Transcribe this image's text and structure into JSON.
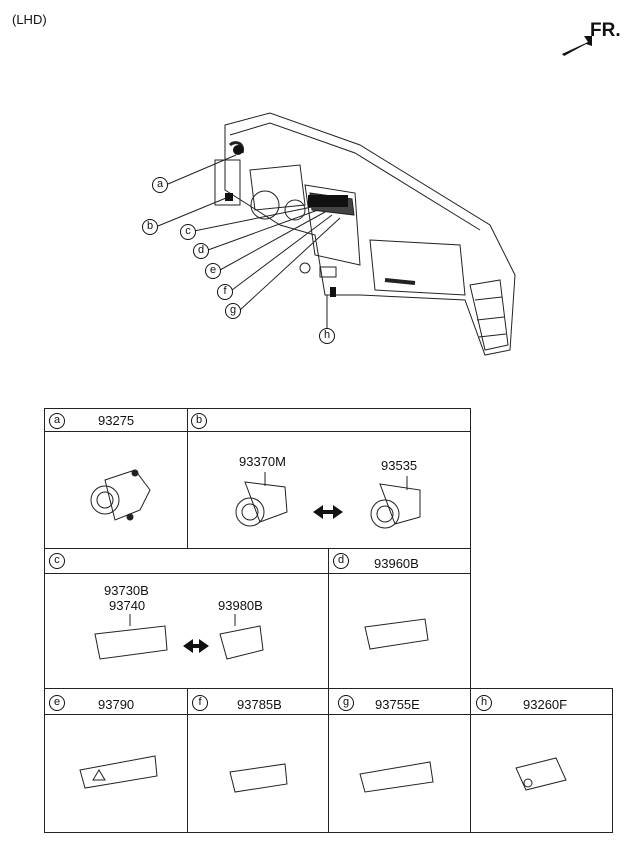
{
  "header": {
    "drive_note": "(LHD)",
    "front_label": "FR."
  },
  "callouts": [
    "a",
    "b",
    "c",
    "d",
    "e",
    "f",
    "g",
    "h"
  ],
  "cells": {
    "a": {
      "letter": "a",
      "part": "93275"
    },
    "b": {
      "letter": "b",
      "part": "",
      "left_part": "93370M",
      "right_part": "93535"
    },
    "c": {
      "letter": "c",
      "part": "",
      "left_part_1": "93730B",
      "left_part_2": "93740",
      "right_part": "93980B"
    },
    "d": {
      "letter": "d",
      "part": "93960B"
    },
    "e": {
      "letter": "e",
      "part": "93790"
    },
    "f": {
      "letter": "f",
      "part": "93785B"
    },
    "g": {
      "letter": "g",
      "part": "93755E"
    },
    "h": {
      "letter": "h",
      "part": "93260F"
    }
  },
  "icons": [
    "front-arrow-icon",
    "dashboard-illustration",
    "switch-illustration",
    "double-arrow-icon"
  ]
}
